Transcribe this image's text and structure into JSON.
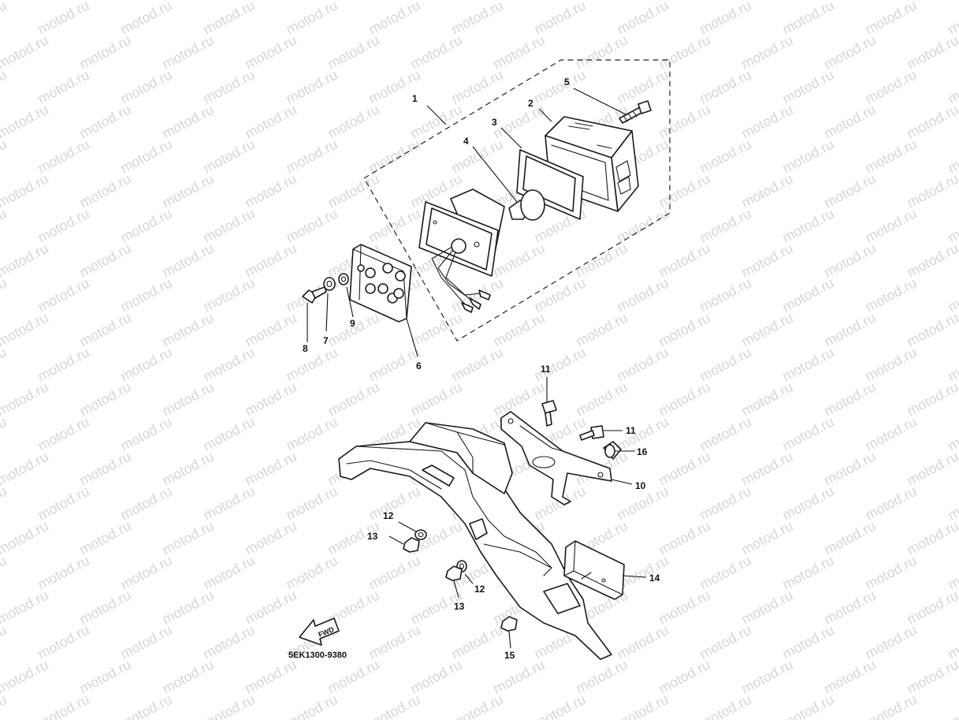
{
  "watermark": {
    "text": "motod.ru"
  },
  "diagram": {
    "code": "5EK1300-9380",
    "fwd": "FWD",
    "labels": [
      "1",
      "2",
      "3",
      "4",
      "5",
      "6",
      "7",
      "8",
      "9",
      "10",
      "11",
      "11",
      "12",
      "12",
      "13",
      "13",
      "14",
      "15",
      "16"
    ]
  }
}
